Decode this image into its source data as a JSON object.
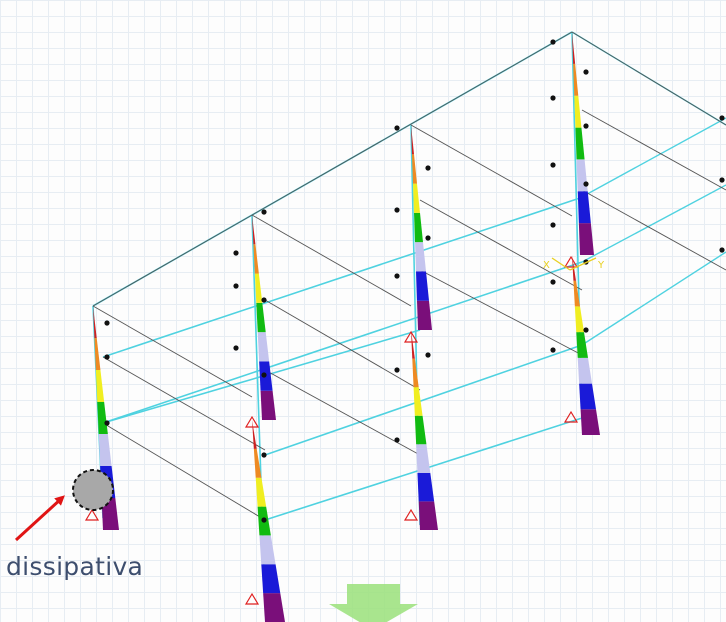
{
  "annotation": {
    "label": "dissipativa",
    "label_color": "#3d4e6e",
    "pointer_arrow_color": "#e01414",
    "hinge_marker": "grey-circle-dashed"
  },
  "colors": {
    "beam_cyan": "#4fd2e0",
    "beam_black": "#555555",
    "support_red": "#e02020",
    "node_black": "#111111",
    "axis_yellow": "#e8d020",
    "arrow_green": "#9ae07a",
    "diagram_band_colors": [
      "#7a0f7a",
      "#1a1ad8",
      "#c4c4ee",
      "#11bb11",
      "#f0ee20",
      "#ee8a22",
      "#cc2222"
    ]
  },
  "axis_triad": {
    "labels": [
      "X",
      "Y"
    ]
  }
}
